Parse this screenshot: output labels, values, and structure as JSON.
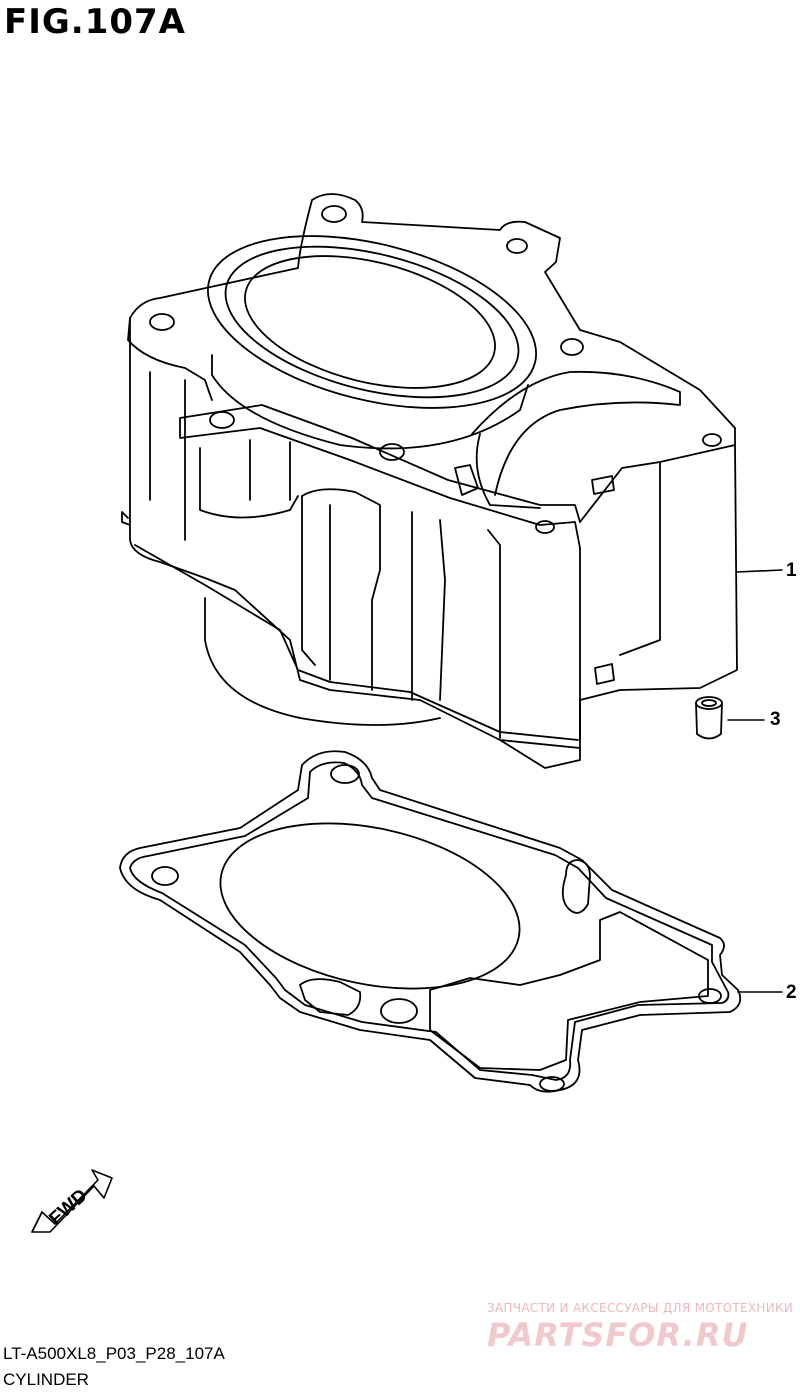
{
  "figure": {
    "title": "FIG.107A"
  },
  "parts": [
    {
      "ref": "1"
    },
    {
      "ref": "3"
    },
    {
      "ref": "2"
    }
  ],
  "fwd_label": "FWD",
  "footer": {
    "code": "LT-A500XL8_P03_P28_107A",
    "name": "CYLINDER"
  },
  "watermark": {
    "tagline": "ЗАПЧАСТИ И АКСЕССУАРЫ ДЛЯ МОТОТЕХНИКИ",
    "brand": "PARTSFOR.RU"
  }
}
